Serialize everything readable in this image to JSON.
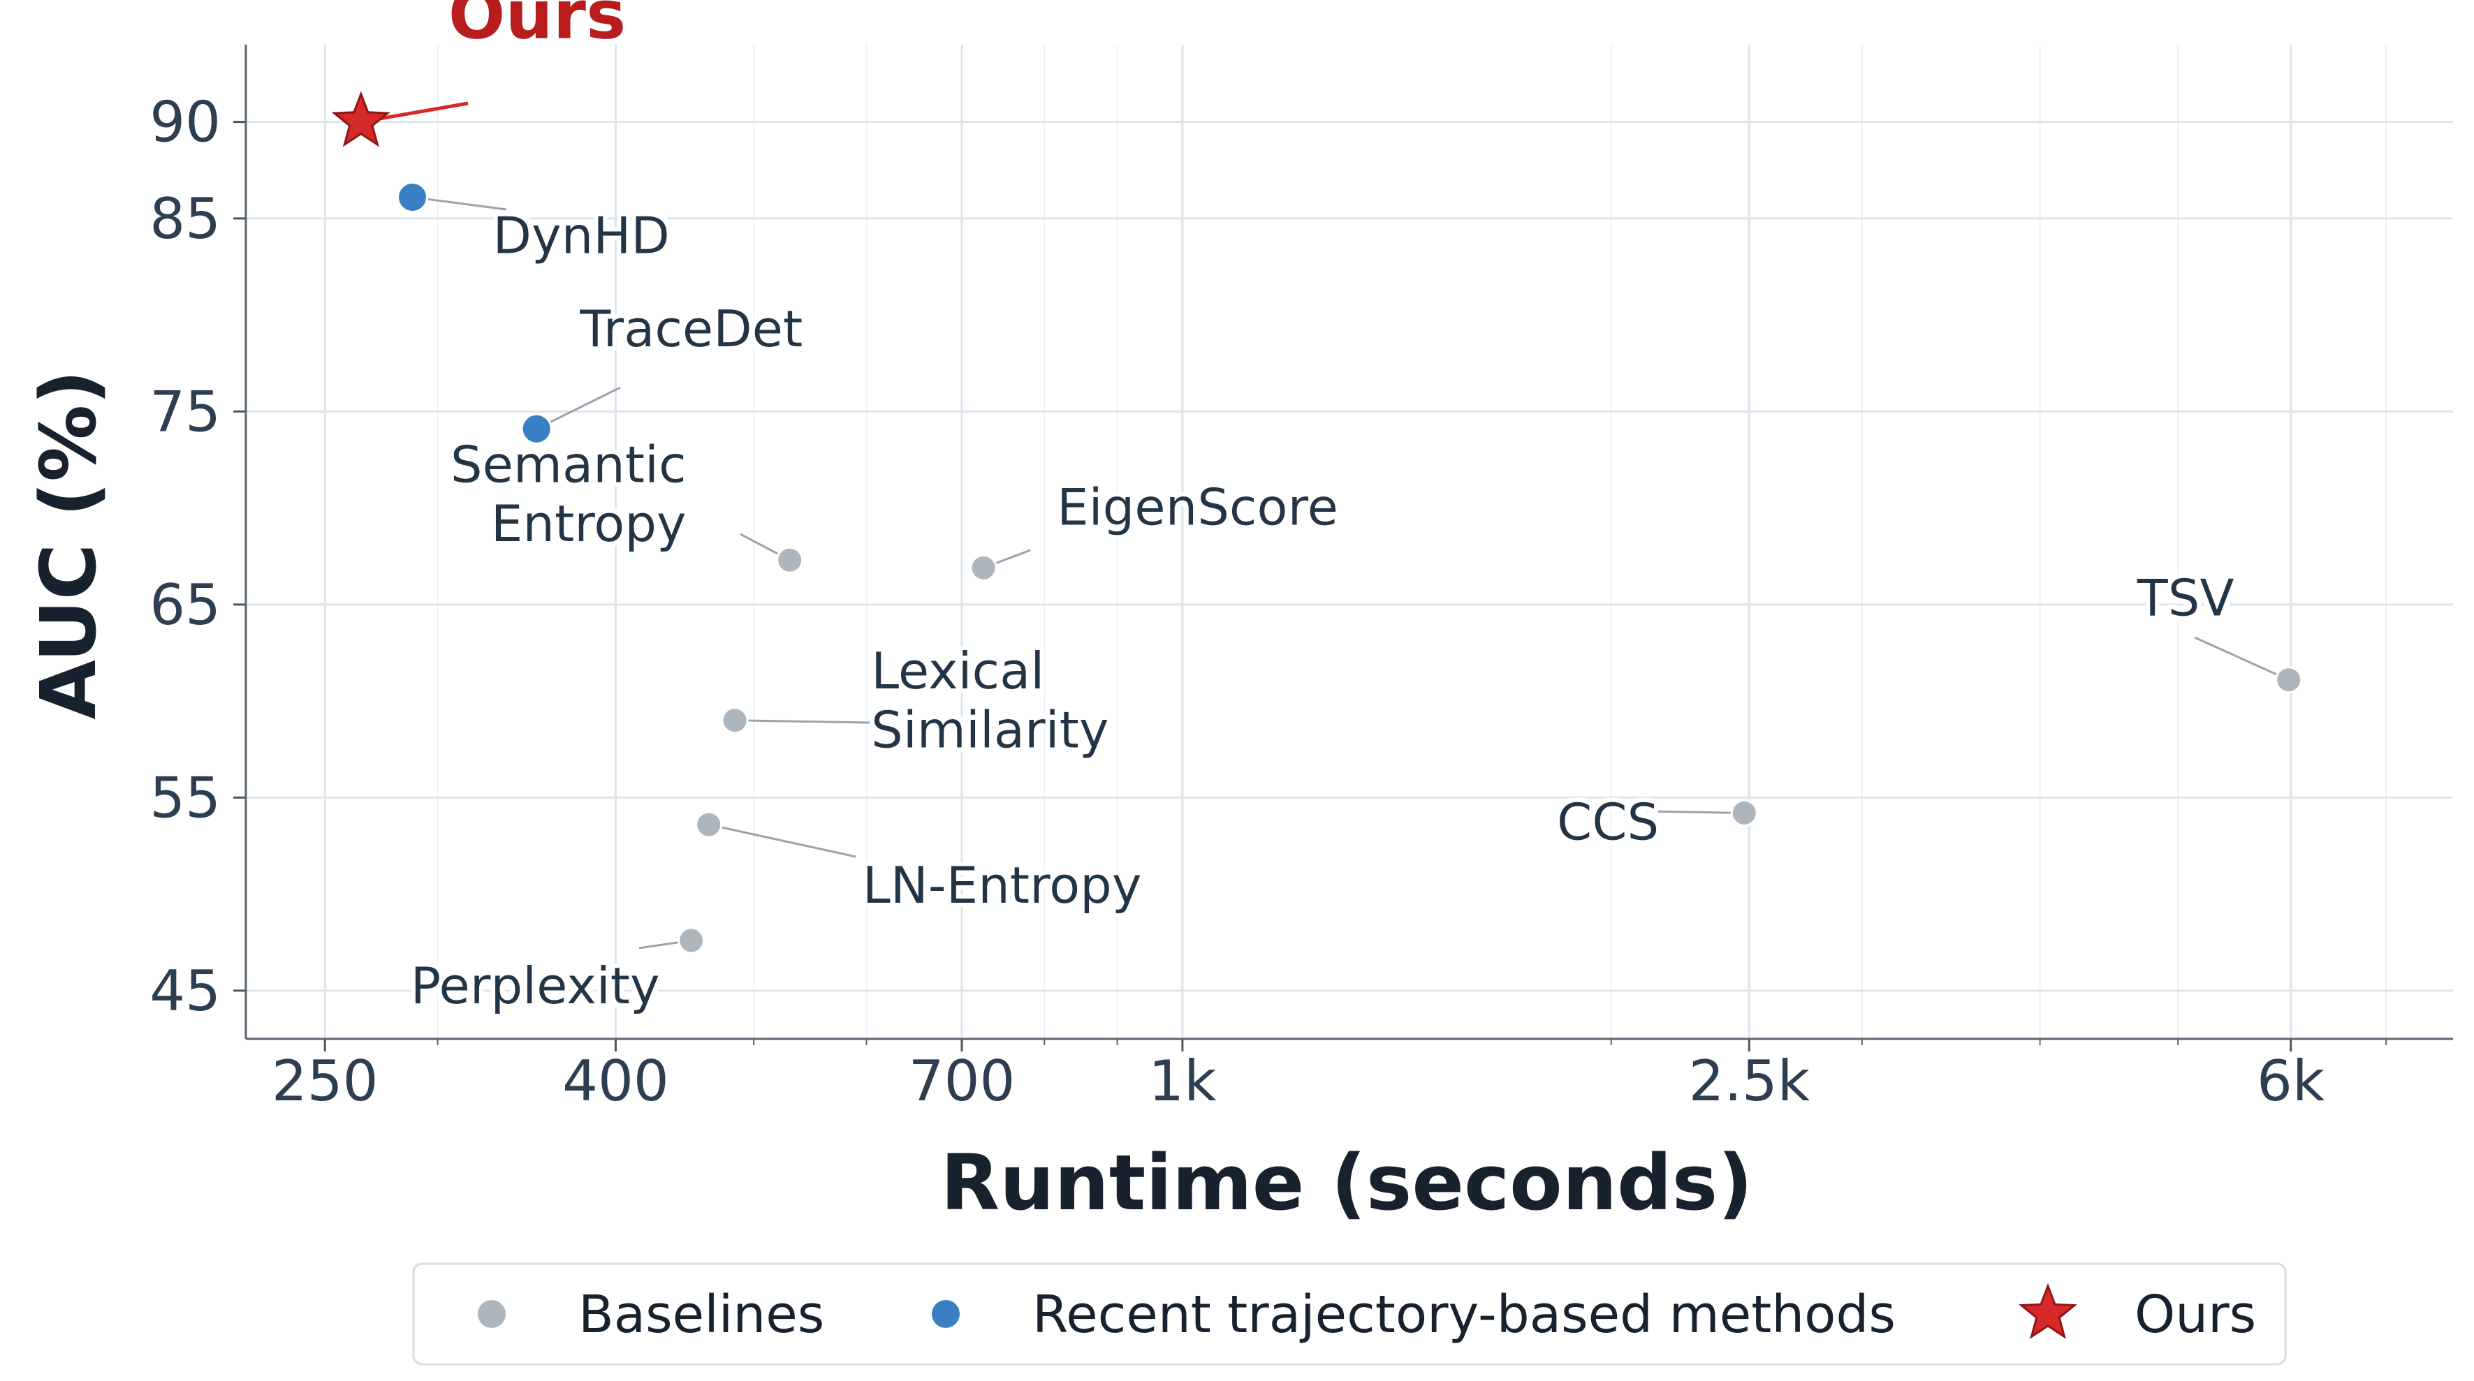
{
  "chart_data": {
    "type": "scatter",
    "xlabel": "Runtime (seconds)",
    "ylabel": "AUC (%)",
    "x_scale": "log",
    "xlim": [
      220,
      7800
    ],
    "ylim": [
      42.5,
      94
    ],
    "x_ticks": [
      {
        "value": 250,
        "label": "250"
      },
      {
        "value": 400,
        "label": "400"
      },
      {
        "value": 700,
        "label": "700"
      },
      {
        "value": 1000,
        "label": "1k"
      },
      {
        "value": 2500,
        "label": "2.5k"
      },
      {
        "value": 6000,
        "label": "6k"
      }
    ],
    "y_ticks": [
      {
        "value": 45,
        "label": "45"
      },
      {
        "value": 55,
        "label": "55"
      },
      {
        "value": 65,
        "label": "65"
      },
      {
        "value": 75,
        "label": "75"
      },
      {
        "value": 85,
        "label": "85"
      },
      {
        "value": 90,
        "label": "90"
      }
    ],
    "grid": true,
    "legend_position": "bottom",
    "colors": {
      "baselines": "#adb5bd",
      "trajectory": "#3a7fc4",
      "ours": "#d62a2a"
    },
    "legend": [
      {
        "label": "Baselines",
        "group": "baselines",
        "marker": "circle"
      },
      {
        "label": "Recent trajectory-based methods",
        "group": "trajectory",
        "marker": "circle"
      },
      {
        "label": "Ours",
        "group": "ours",
        "marker": "star"
      }
    ],
    "points": [
      {
        "name": "Ours",
        "label_lines": [
          "Ours"
        ],
        "x": 265,
        "y": 90.0,
        "group": "ours"
      },
      {
        "name": "DynHD",
        "label_lines": [
          "DynHD"
        ],
        "x": 288,
        "y": 86.1,
        "group": "trajectory"
      },
      {
        "name": "TraceDet",
        "label_lines": [
          "TraceDet"
        ],
        "x": 352,
        "y": 74.1,
        "group": "trajectory"
      },
      {
        "name": "Semantic Entropy",
        "label_lines": [
          "Semantic",
          "Entropy"
        ],
        "x": 530,
        "y": 67.3,
        "group": "baselines"
      },
      {
        "name": "EigenScore",
        "label_lines": [
          "EigenScore"
        ],
        "x": 725,
        "y": 66.9,
        "group": "baselines"
      },
      {
        "name": "Lexical Similarity",
        "label_lines": [
          "Lexical",
          "Similarity"
        ],
        "x": 485,
        "y": 59.0,
        "group": "baselines"
      },
      {
        "name": "LN-Entropy",
        "label_lines": [
          "LN-Entropy"
        ],
        "x": 465,
        "y": 53.6,
        "group": "baselines"
      },
      {
        "name": "Perplexity",
        "label_lines": [
          "Perplexity"
        ],
        "x": 452,
        "y": 47.6,
        "group": "baselines"
      },
      {
        "name": "CCS",
        "label_lines": [
          "CCS"
        ],
        "x": 2480,
        "y": 54.2,
        "group": "baselines"
      },
      {
        "name": "TSV",
        "label_lines": [
          "TSV"
        ],
        "x": 5980,
        "y": 61.1,
        "group": "baselines"
      }
    ]
  }
}
